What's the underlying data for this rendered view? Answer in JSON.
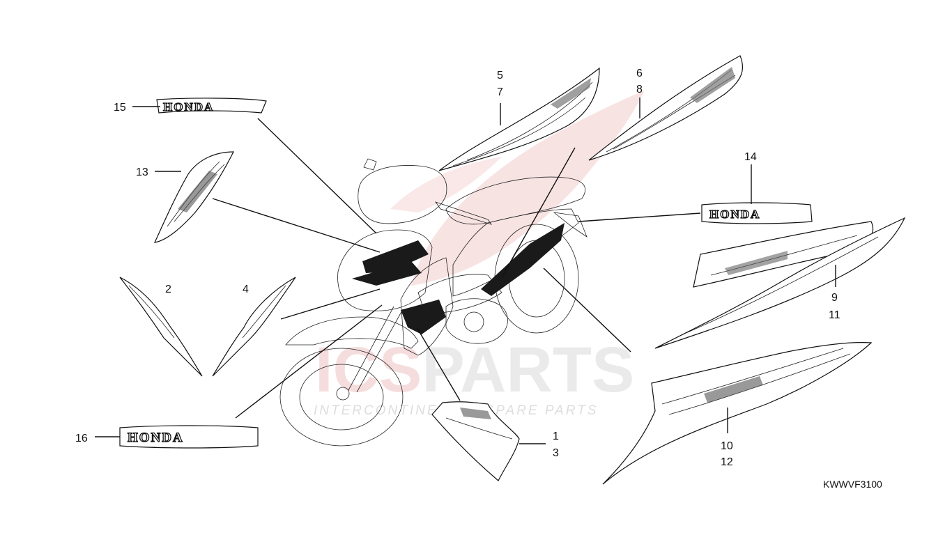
{
  "diagram_code": "KWWVF3100",
  "watermark": {
    "brand_part1": "ICS",
    "brand_part2": "PARTS",
    "tagline": "INTERCONTINENTAL SPARE PARTS"
  },
  "emblem_text": "HONDA",
  "callouts": [
    {
      "id": "c1",
      "label": "1"
    },
    {
      "id": "c2",
      "label": "2"
    },
    {
      "id": "c3",
      "label": "3"
    },
    {
      "id": "c4",
      "label": "4"
    },
    {
      "id": "c5",
      "label": "5"
    },
    {
      "id": "c6",
      "label": "6"
    },
    {
      "id": "c7",
      "label": "7"
    },
    {
      "id": "c8",
      "label": "8"
    },
    {
      "id": "c9",
      "label": "9"
    },
    {
      "id": "c10",
      "label": "10"
    },
    {
      "id": "c11",
      "label": "11"
    },
    {
      "id": "c12",
      "label": "12"
    },
    {
      "id": "c13",
      "label": "13"
    },
    {
      "id": "c14",
      "label": "14"
    },
    {
      "id": "c15",
      "label": "15"
    },
    {
      "id": "c16",
      "label": "16"
    }
  ]
}
